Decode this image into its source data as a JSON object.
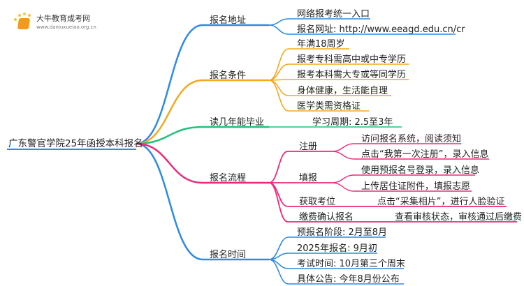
{
  "logo": {
    "name": "大牛教育成考网",
    "url": "www.daniuxueiao.org.cn"
  },
  "root": "广东警官学院25年函授本科报名",
  "colors": {
    "address": "#2e8ae6",
    "conditions": "#f4a81d",
    "duration": "#22c07a",
    "process": "#f0287a",
    "time": "#2e8ae6"
  },
  "branches": {
    "address": {
      "label": "报名地址",
      "items": [
        "网络报考统一入口",
        "报名网址: http://www.eeagd.edu.cn/cr"
      ]
    },
    "conditions": {
      "label": "报名条件",
      "items": [
        "年满18周岁",
        "报考专科需高中或中专学历",
        "报考本科需大专或等同学历",
        "身体健康，生活能自理",
        "医学类需资格证"
      ]
    },
    "duration": {
      "label": "读几年能毕业",
      "items": [
        "学习周期: 2.5至3年"
      ]
    },
    "process": {
      "label": "报名流程",
      "steps": [
        {
          "label": "注册",
          "items": [
            "访问报名系统，阅读须知",
            "点击“我第一次注册”，录入信息"
          ]
        },
        {
          "label": "填报",
          "items": [
            "使用预报名号登录，录入信息",
            "上传居住证附件，填报志愿"
          ]
        },
        {
          "label": "获取考位",
          "items": [
            "点击“采集相片”，进行人脸验证"
          ]
        },
        {
          "label": "缴费确认报名",
          "items": [
            "查看审核状态，审核通过后缴费"
          ]
        }
      ]
    },
    "time": {
      "label": "报名时间",
      "items": [
        "预报名阶段: 2月至8月",
        "2025年报名: 9月初",
        "考试时间: 10月第三个周末",
        "具体公告: 今年8月份公布"
      ]
    }
  }
}
